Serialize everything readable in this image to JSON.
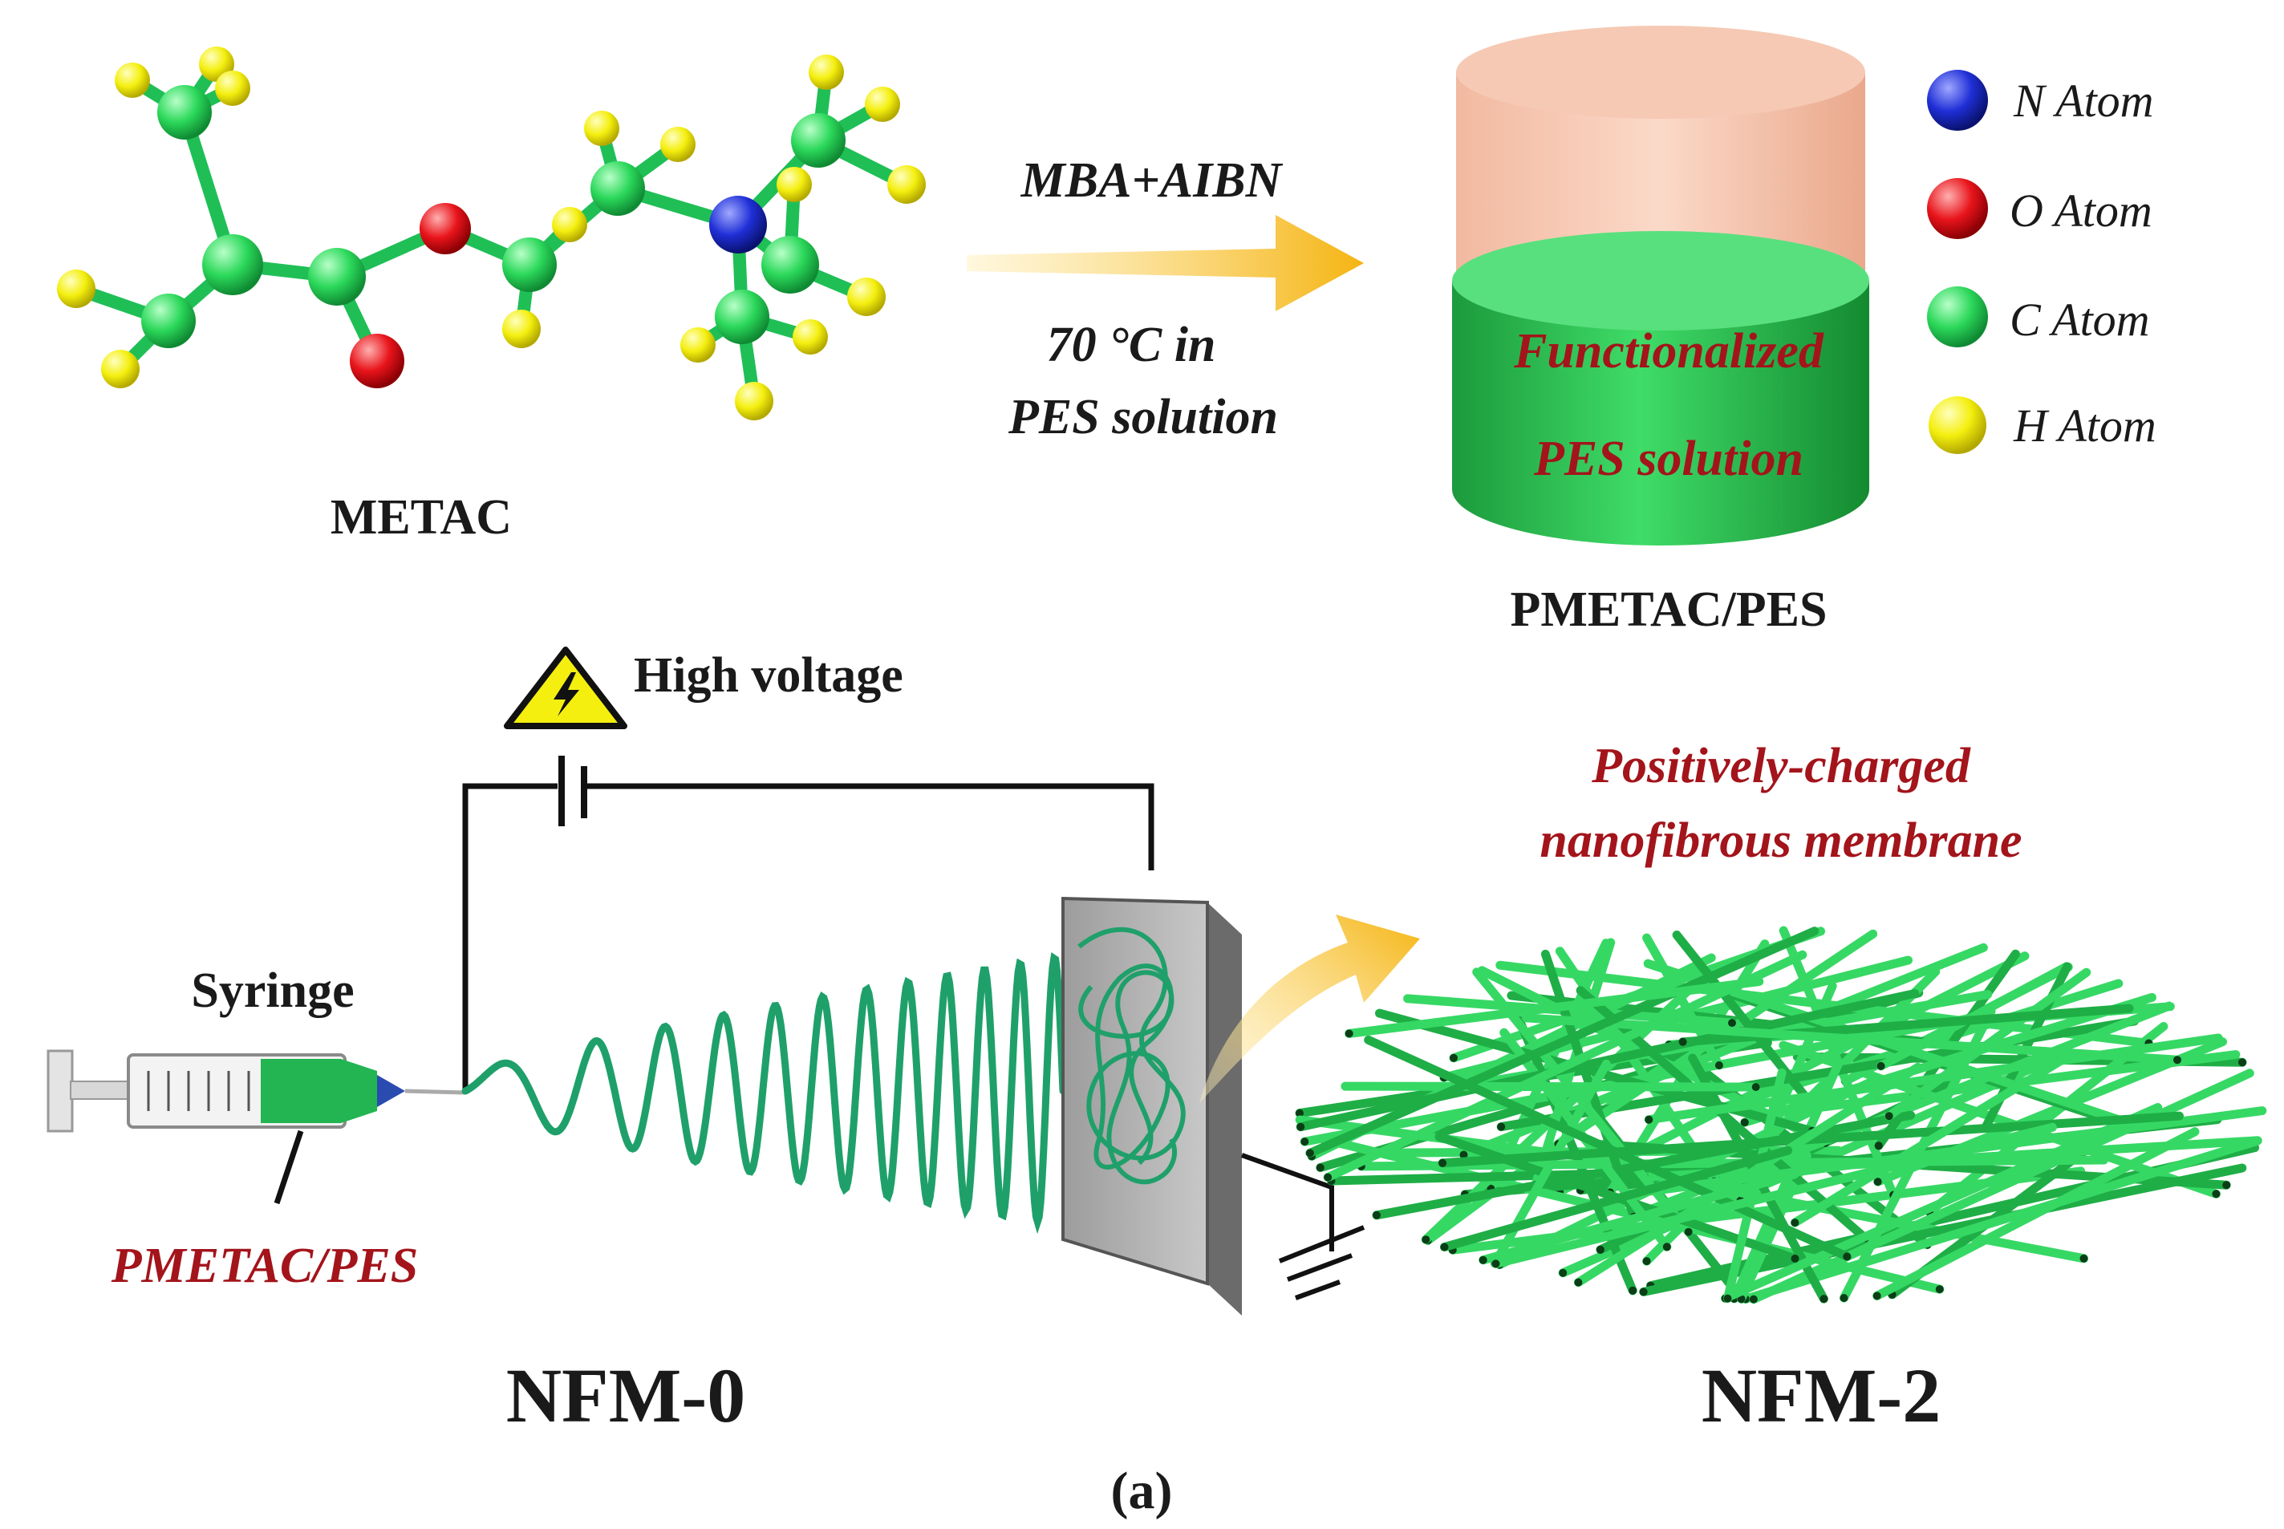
{
  "colors": {
    "nitrogen": "#1f2fd6",
    "oxygen": "#e8141b",
    "carbon": "#2bd85a",
    "hydrogen": "#f4ef0f",
    "bond": "#1fbf56",
    "arrow": "#f5b411",
    "label_red": "#a3141b",
    "fiber": "#2ecf5e",
    "jet": "#1fa06a",
    "text": "#1a1a1a"
  },
  "molecule": {
    "name": "METAC"
  },
  "reaction": {
    "reagents": "MBA+AIBN",
    "condition_line1": "70 °C in",
    "condition_line2": "PES solution"
  },
  "container": {
    "label_line1": "Functionalized",
    "label_line2": "PES solution",
    "caption": "PMETAC/PES"
  },
  "legend": [
    {
      "label": "N Atom",
      "color": "#1f2fd6"
    },
    {
      "label": "O Atom",
      "color": "#e8141b"
    },
    {
      "label": "C Atom",
      "color": "#2bd85a"
    },
    {
      "label": "H Atom",
      "color": "#f4ef0f"
    }
  ],
  "electrospinning": {
    "voltage_label": "High voltage",
    "syringe_label": "Syringe",
    "solution_label": "PMETAC/PES",
    "membrane_line1": "Positively-charged",
    "membrane_line2": "nanofibrous membrane",
    "left_sample": "NFM-0",
    "right_sample": "NFM-2"
  },
  "panel_label": "(a)"
}
